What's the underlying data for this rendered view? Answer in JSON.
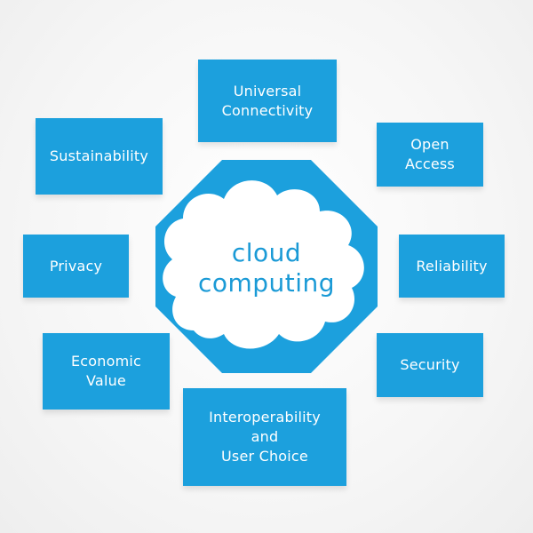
{
  "theme": {
    "accent": "#1ca0dd",
    "hub_fill": "#1ca0dd",
    "cloud_fill": "#ffffff",
    "text_on_accent": "#ffffff",
    "hub_text": "#1a9ad6"
  },
  "hub": {
    "label": "cloud computing",
    "shape": "octagon",
    "icon": "cloud-icon"
  },
  "nodes": [
    {
      "id": "universal-connectivity",
      "lines": [
        "Universal",
        "Connectivity"
      ]
    },
    {
      "id": "open-access",
      "lines": [
        "Open",
        "Access"
      ]
    },
    {
      "id": "reliability",
      "lines": [
        "Reliability"
      ]
    },
    {
      "id": "security",
      "lines": [
        "Security"
      ]
    },
    {
      "id": "interoperability",
      "lines": [
        "Interoperability",
        "and",
        "User Choice"
      ]
    },
    {
      "id": "economic-value",
      "lines": [
        "Economic",
        "Value"
      ]
    },
    {
      "id": "privacy",
      "lines": [
        "Privacy"
      ]
    },
    {
      "id": "sustainability",
      "lines": [
        "Sustainability"
      ]
    }
  ]
}
